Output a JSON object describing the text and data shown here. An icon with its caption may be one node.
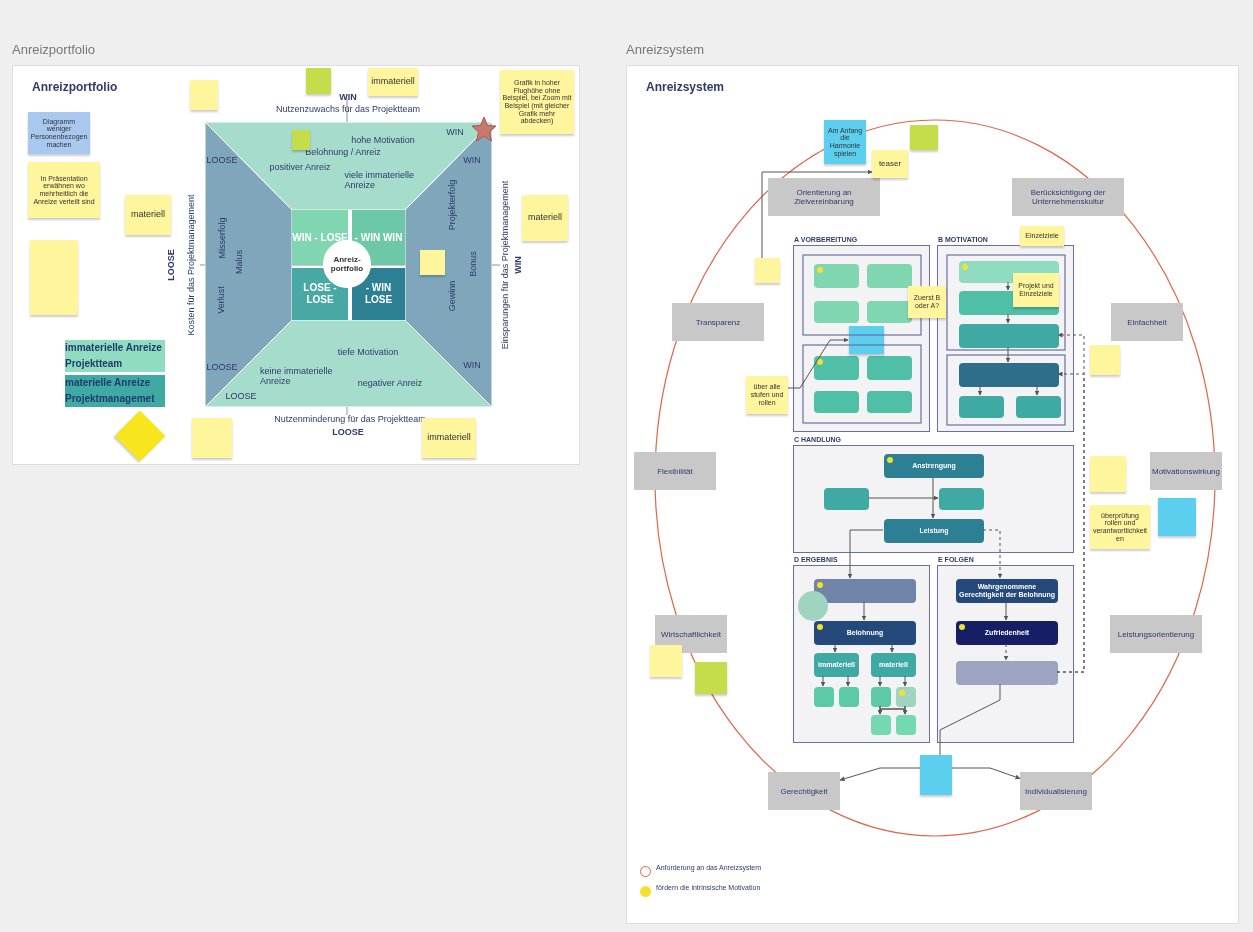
{
  "diagram": {
    "nodes": [
      {
        "text": [
          "Anreizportfolio",
          "Anreizportfolio"
        ]
      },
      {
        "text": [
          "WIN",
          "hohe Motivation",
          "Belohnung / Anreiz",
          "positiver Anreiz",
          "viele immaterielle Anreize"
        ],
        "in": 0
      },
      {
        "text": [
          "LOOSE",
          "Misserfolg",
          "Malus",
          "Verlust",
          "LOOSE"
        ],
        "in": 0
      },
      {
        "text": [
          "WIN",
          "Projekterfolg",
          "Bonus",
          "Gewinn",
          "WIN"
        ],
        "in": 0
      },
      {
        "text": [
          "tiefe Motivation",
          "keine immaterielle Anreize",
          "negativer Anreiz",
          "LOOSE"
        ],
        "in": 0
      },
      {
        "text": [
          "WIN - LOSE"
        ],
        "in": 0
      },
      {
        "text": [
          "- WIN WIN"
        ],
        "in": 0
      },
      {
        "text": [
          "LOSE - LOSE"
        ],
        "in": 0
      },
      {
        "text": [
          "- WIN LOSE"
        ],
        "in": 0
      },
      {
        "text": [
          "Anreiz- portfolio"
        ],
        "in": 0
      },
      {
        "text": [
          "immateriell"
        ],
        "in": 0
      },
      {
        "text": [
          "immateriell"
        ],
        "in": 0
      },
      {
        "text": [
          "materiell"
        ],
        "in": 0
      },
      {
        "text": [
          "materiell"
        ],
        "in": 0
      },
      {
        "text": [
          "Grafik in hoher Flughöhe ohne Beispiel, bei Zoom mit Beispiel (mit gleicher Grafik mehr abdecken)"
        ],
        "in": 0
      },
      {
        "text": [
          "Diagramm weniger Personenbezogen machen"
        ],
        "in": 0
      },
      {
        "text": [
          "In Präsentation erwähnen wo mehrheitlich die Anreize verteilt sind"
        ],
        "in": 0
      },
      {
        "text": [],
        "shape": "box",
        "in": 0
      },
      {
        "text": [],
        "shape": "box",
        "in": 0
      },
      {
        "text": [],
        "shape": "box",
        "in": 0
      },
      {
        "text": [],
        "shape": "diamond",
        "in": 0
      },
      {
        "text": [],
        "shape": "box",
        "in": 0
      },
      {
        "text": [],
        "shape": "box",
        "in": 1
      },
      {
        "text": [],
        "shape": "box",
        "in": 3
      },
      {
        "text": [
          "Anreizsystem",
          "Anreizsystem"
        ]
      },
      {
        "text": [
          "Orientierung an Zielvereinbarung"
        ],
        "in": 24
      },
      {
        "text": [
          "Berücksichtigung der Unternehmenskultur"
        ],
        "in": 24
      },
      {
        "text": [
          "Transparenz"
        ],
        "in": 24
      },
      {
        "text": [
          "Einfachheit"
        ],
        "in": 24
      },
      {
        "text": [
          "Flexibilität"
        ],
        "in": 24
      },
      {
        "text": [
          "Motivationswirkung"
        ],
        "in": 24
      },
      {
        "text": [
          "Wirtschaftlichkeit"
        ],
        "in": 24
      },
      {
        "text": [
          "Leistungsorientierung"
        ],
        "in": 24
      },
      {
        "text": [
          "Gerechtigkeit"
        ],
        "in": 24
      },
      {
        "text": [
          "Individualisierung"
        ],
        "in": 24
      },
      {
        "text": [
          "A VORBEREITUNG"
        ],
        "in": 24
      },
      {
        "text": [
          "B MOTIVATION"
        ],
        "in": 24
      },
      {
        "text": [
          "C HANDLUNG"
        ],
        "in": 24
      },
      {
        "text": [
          "D ERGEBNIS"
        ],
        "in": 24
      },
      {
        "text": [
          "E FOLGEN"
        ],
        "in": 24
      },
      {
        "text": [
          "Anstrengung"
        ],
        "in": 37
      },
      {
        "text": [],
        "shape": "box",
        "in": 37
      },
      {
        "text": [],
        "shape": "box",
        "in": 37
      },
      {
        "text": [
          "Leistung"
        ],
        "in": 37
      },
      {
        "text": [],
        "shape": "box",
        "in": 38
      },
      {
        "text": [
          "Belohnung"
        ],
        "in": 38
      },
      {
        "text": [
          "immateriell"
        ],
        "in": 38
      },
      {
        "text": [
          "materiell"
        ],
        "in": 38
      },
      {
        "text": [],
        "shape": "box",
        "in": 38
      },
      {
        "text": [],
        "shape": "box",
        "in": 38
      },
      {
        "text": [],
        "shape": "box",
        "in": 38
      },
      {
        "text": [],
        "shape": "box",
        "in": 38
      },
      {
        "text": [],
        "shape": "box",
        "in": 38
      },
      {
        "text": [],
        "shape": "box",
        "in": 38
      },
      {
        "text": [
          "Wahrgenommene Gerechtigkeit der Belohnung"
        ],
        "in": 39
      },
      {
        "text": [
          "Zufriedenheit"
        ],
        "in": 39
      },
      {
        "text": [],
        "shape": "box",
        "in": 39
      },
      {
        "text": [],
        "shape": "box",
        "in": 35
      },
      {
        "text": [],
        "shape": "box",
        "in": 35
      },
      {
        "text": [],
        "shape": "box",
        "in": 35
      },
      {
        "text": [],
        "shape": "box",
        "in": 35
      },
      {
        "text": [],
        "shape": "box",
        "in": 35
      },
      {
        "text": [],
        "shape": "box",
        "in": 35
      },
      {
        "text": [],
        "shape": "box",
        "in": 35
      },
      {
        "text": [],
        "shape": "box",
        "in": 35
      },
      {
        "text": [],
        "shape": "box",
        "in": 36
      },
      {
        "text": [],
        "shape": "box",
        "in": 36
      },
      {
        "text": [],
        "shape": "box",
        "in": 36
      },
      {
        "text": [],
        "shape": "box",
        "in": 36
      },
      {
        "text": [],
        "shape": "box",
        "in": 36
      },
      {
        "text": [],
        "shape": "box",
        "in": 36
      },
      {
        "text": [
          "teaser"
        ],
        "in": 24
      },
      {
        "text": [
          "Am Anfang die Harmonie spielen"
        ],
        "in": 24
      },
      {
        "text": [
          "Einzelziele"
        ],
        "in": 24
      },
      {
        "text": [
          "Projekt und Einzelziele"
        ],
        "in": 36
      },
      {
        "text": [
          "Zuerst B oder A?"
        ],
        "in": 24
      },
      {
        "text": [
          "über alle stufen und rollen"
        ],
        "in": 24
      },
      {
        "text": [
          "überprüfung rollen und verantwortlichkeiten"
        ],
        "in": 24
      },
      {
        "text": [],
        "shape": "box",
        "in": 24
      },
      {
        "text": [],
        "shape": "box",
        "in": 24
      },
      {
        "text": [],
        "shape": "box",
        "in": 24
      },
      {
        "text": [],
        "shape": "box",
        "in": 24
      },
      {
        "text": [],
        "shape": "box",
        "in": 35
      },
      {
        "text": [],
        "shape": "box",
        "in": 24
      },
      {
        "text": [],
        "shape": "box",
        "in": 24
      },
      {
        "text": [],
        "shape": "box",
        "in": 24
      },
      {
        "text": [],
        "shape": "box",
        "in": 24
      },
      {
        "text": [],
        "shape": "circle",
        "in": 38
      }
    ],
    "edges": [
      {
        "from": 40,
        "to": 43,
        "arrow": "to"
      },
      {
        "from": 41,
        "to": 42,
        "arrow": "to"
      },
      {
        "from": 43,
        "to": 44,
        "arrow": "to"
      },
      {
        "from": 44,
        "to": 45,
        "arrow": "to"
      },
      {
        "from": 45,
        "to": 46,
        "arrow": "to"
      },
      {
        "from": 45,
        "to": 47,
        "arrow": "to"
      },
      {
        "from": 46,
        "to": 48,
        "arrow": "to"
      },
      {
        "from": 46,
        "to": 49,
        "arrow": "to"
      },
      {
        "from": 47,
        "to": 50,
        "arrow": "to"
      },
      {
        "from": 47,
        "to": 51,
        "arrow": "to"
      },
      {
        "from": 50,
        "to": 52,
        "arrow": "to"
      },
      {
        "from": 50,
        "to": 53,
        "arrow": "to"
      },
      {
        "from": 51,
        "to": 52,
        "arrow": "to"
      },
      {
        "from": 51,
        "to": 53,
        "arrow": "to"
      },
      {
        "from": 54,
        "to": 55,
        "arrow": "to"
      },
      {
        "from": 55,
        "to": 56,
        "arrow": "to",
        "style": "dashed"
      },
      {
        "from": 43,
        "to": 54,
        "arrow": "to",
        "style": "dashed"
      },
      {
        "from": 56,
        "to": 67,
        "arrow": "to",
        "style": "dashed"
      },
      {
        "from": 56,
        "to": 68,
        "arrow": "to",
        "style": "dashed"
      },
      {
        "from": 65,
        "to": 66,
        "arrow": "to"
      },
      {
        "from": 66,
        "to": 67,
        "arrow": "to"
      },
      {
        "from": 67,
        "to": 68,
        "arrow": "to"
      },
      {
        "from": 68,
        "to": 69,
        "arrow": "to"
      },
      {
        "from": 68,
        "to": 70,
        "arrow": "to"
      },
      {
        "from": 83,
        "to": 71,
        "arrow": "to"
      },
      {
        "from": 76,
        "to": 82,
        "arrow": "to"
      },
      {
        "from": 84,
        "to": 33,
        "arrow": "to"
      },
      {
        "from": 84,
        "to": 34,
        "arrow": "to"
      },
      {
        "from": 84,
        "to": 56,
        "arrow": "none"
      }
    ],
    "labels": [
      "WIN",
      "Nutzenzuwachs für das Projektteam",
      "Nutzenminderung für das Projektteam",
      "LOOSE",
      "LOOSE",
      "Kosten für das Projektmanagement",
      "Einsparungen für das Projektmanagement",
      "WIN"
    ],
    "legend": [
      {
        "text": "immaterielle Anreize Projektteam",
        "color": "#8fdcc0"
      },
      {
        "text": "materielle Anreize Projektmanagemet",
        "color": "#3fa9a3"
      },
      {
        "text": "Anforderung an das Anreizsystem"
      },
      {
        "text": "fördern die intrinsische Motivation",
        "color": "#f2e22e"
      }
    ]
  }
}
